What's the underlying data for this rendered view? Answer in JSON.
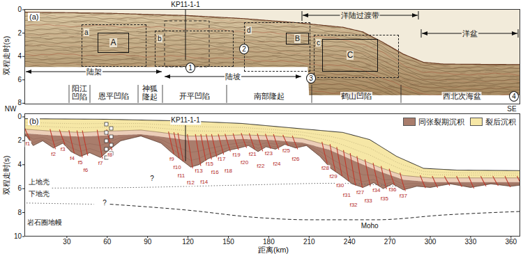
{
  "diagram": {
    "nodes": [
      {
        "text": [
          "(a)"
        ]
      },
      {
        "text": [
          "(b)"
        ]
      },
      {
        "text": [
          "a"
        ],
        "in": 0
      },
      {
        "text": [
          "A"
        ],
        "in": 2
      },
      {
        "text": [
          "b"
        ],
        "in": 0
      },
      {
        "text": [
          "d"
        ],
        "in": 0
      },
      {
        "text": [
          "B"
        ],
        "in": 5
      },
      {
        "text": [
          "c"
        ],
        "in": 0
      },
      {
        "text": [
          "C"
        ],
        "in": 7
      },
      {
        "text": [
          "1"
        ],
        "in": 0
      },
      {
        "text": [
          "2"
        ],
        "in": 0
      },
      {
        "text": [
          "3"
        ],
        "in": 0
      },
      {
        "text": [
          "4"
        ],
        "in": 0
      }
    ],
    "labels": [
      "KP11-1-1",
      "洋陆过渡带",
      "洋盆",
      "陆架",
      "陆坡",
      "阳江 凹陷",
      "恩平凹陷",
      "神狐 隆起",
      "开平凹陷",
      "南部隆起",
      "鹤山凹陷",
      "西北次海盆",
      "双程走时(s)",
      "0",
      "2",
      "4",
      "6",
      "8",
      "NW",
      "SE",
      "KP11-1-1",
      "双程走时(s)",
      "0",
      "2",
      "4",
      "6",
      "8",
      "10",
      "30",
      "60",
      "90",
      "120",
      "150",
      "180",
      "210",
      "240",
      "270",
      "300",
      "330",
      "360",
      "距离(km)",
      "上地壳",
      "下地壳",
      "岩石圈地幔",
      "Moho",
      "?",
      "?",
      "f1",
      "f2",
      "f3",
      "f4",
      "f5",
      "f6",
      "f7",
      "f8",
      "f9",
      "f10",
      "f11",
      "f12",
      "f13",
      "f14",
      "f15",
      "f16",
      "f17",
      "f18",
      "f19",
      "f20",
      "f21",
      "f22",
      "f23",
      "f24",
      "f25",
      "f26",
      "f27",
      "f28",
      "f29",
      "f30",
      "f31",
      "f32",
      "f33",
      "f34",
      "f35",
      "f36",
      "f37"
    ],
    "legend": [
      {
        "text": "同张裂期沉积",
        "color": "#a97d6c"
      },
      {
        "text": "裂后沉积",
        "color": "#f6e7a6"
      }
    ]
  }
}
